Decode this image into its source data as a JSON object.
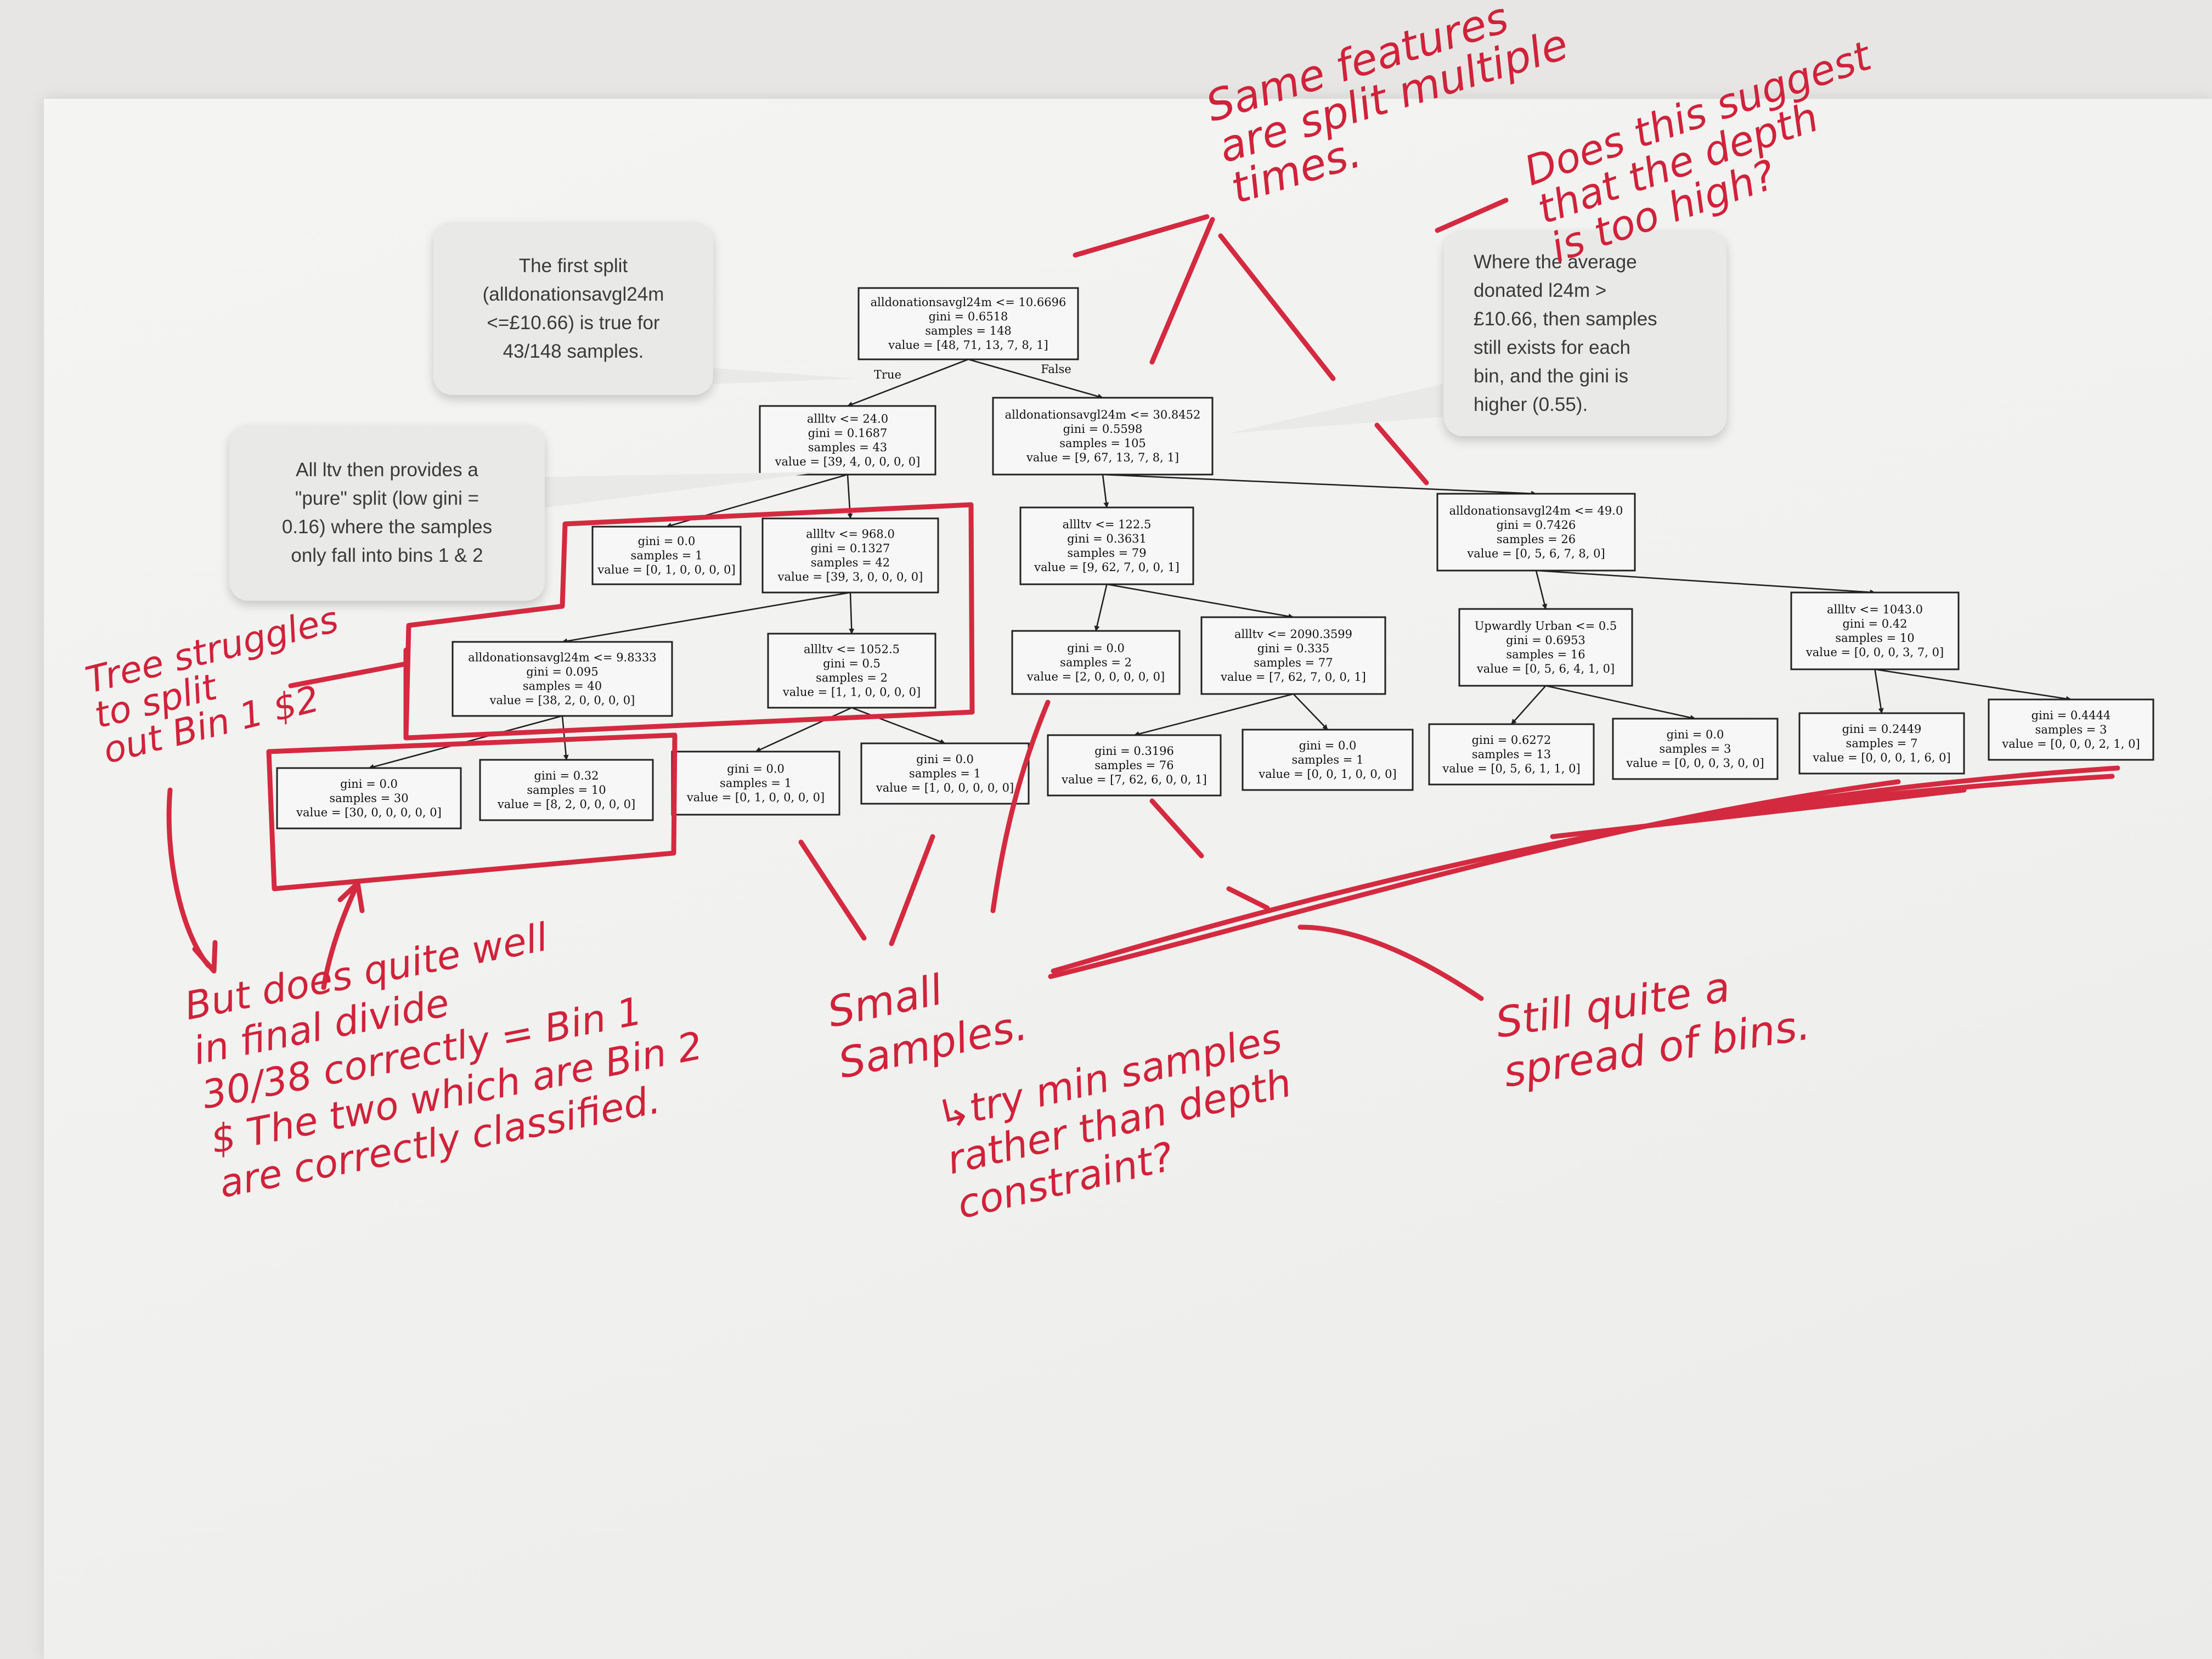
{
  "tree": {
    "true_label": "True",
    "false_label": "False",
    "nodes": [
      {
        "id": "n0",
        "lines": [
          "alldonationsavgl24m <= 10.6696",
          "gini = 0.6518",
          "samples = 148",
          "value = [48, 71, 13, 7, 8, 1]"
        ]
      },
      {
        "id": "n1",
        "lines": [
          "allltv <= 24.0",
          "gini = 0.1687",
          "samples = 43",
          "value = [39, 4, 0, 0, 0, 0]"
        ]
      },
      {
        "id": "n2",
        "lines": [
          "gini = 0.0",
          "samples = 1",
          "value = [0, 1, 0, 0, 0, 0]"
        ]
      },
      {
        "id": "n3",
        "lines": [
          "allltv <= 968.0",
          "gini = 0.1327",
          "samples = 42",
          "value = [39, 3, 0, 0, 0, 0]"
        ]
      },
      {
        "id": "n4",
        "lines": [
          "alldonationsavgl24m <= 9.8333",
          "gini = 0.095",
          "samples = 40",
          "value = [38, 2, 0, 0, 0, 0]"
        ]
      },
      {
        "id": "n5",
        "lines": [
          "gini = 0.0",
          "samples = 30",
          "value = [30, 0, 0, 0, 0, 0]"
        ]
      },
      {
        "id": "n6",
        "lines": [
          "gini = 0.32",
          "samples = 10",
          "value = [8, 2, 0, 0, 0, 0]"
        ]
      },
      {
        "id": "n7",
        "lines": [
          "allltv <= 1052.5",
          "gini = 0.5",
          "samples = 2",
          "value = [1, 1, 0, 0, 0, 0]"
        ]
      },
      {
        "id": "n8",
        "lines": [
          "gini = 0.0",
          "samples = 1",
          "value = [0, 1, 0, 0, 0, 0]"
        ]
      },
      {
        "id": "n9",
        "lines": [
          "gini = 0.0",
          "samples = 1",
          "value = [1, 0, 0, 0, 0, 0]"
        ]
      },
      {
        "id": "n10",
        "lines": [
          "alldonationsavgl24m <= 30.8452",
          "gini = 0.5598",
          "samples = 105",
          "value = [9, 67, 13, 7, 8, 1]"
        ]
      },
      {
        "id": "n11",
        "lines": [
          "allltv <= 122.5",
          "gini = 0.3631",
          "samples = 79",
          "value = [9, 62, 7, 0, 0, 1]"
        ]
      },
      {
        "id": "n12",
        "lines": [
          "gini = 0.0",
          "samples = 2",
          "value = [2, 0, 0, 0, 0, 0]"
        ]
      },
      {
        "id": "n13",
        "lines": [
          "allltv <= 2090.3599",
          "gini = 0.335",
          "samples = 77",
          "value = [7, 62, 7, 0, 0, 1]"
        ]
      },
      {
        "id": "n14",
        "lines": [
          "gini = 0.3196",
          "samples = 76",
          "value = [7, 62, 6, 0, 0, 1]"
        ]
      },
      {
        "id": "n15",
        "lines": [
          "gini = 0.0",
          "samples = 1",
          "value = [0, 0, 1, 0, 0, 0]"
        ]
      },
      {
        "id": "n16",
        "lines": [
          "alldonationsavgl24m <= 49.0",
          "gini = 0.7426",
          "samples = 26",
          "value = [0, 5, 6, 7, 8, 0]"
        ]
      },
      {
        "id": "n17",
        "lines": [
          "Upwardly Urban <= 0.5",
          "gini = 0.6953",
          "samples = 16",
          "value = [0, 5, 6, 4, 1, 0]"
        ]
      },
      {
        "id": "n18",
        "lines": [
          "gini = 0.6272",
          "samples = 13",
          "value = [0, 5, 6, 1, 1, 0]"
        ]
      },
      {
        "id": "n19",
        "lines": [
          "gini = 0.0",
          "samples = 3",
          "value = [0, 0, 0, 3, 0, 0]"
        ]
      },
      {
        "id": "n20",
        "lines": [
          "allltv <= 1043.0",
          "gini = 0.42",
          "samples = 10",
          "value = [0, 0, 0, 3, 7, 0]"
        ]
      },
      {
        "id": "n21",
        "lines": [
          "gini = 0.2449",
          "samples = 7",
          "value = [0, 0, 0, 1, 6, 0]"
        ]
      },
      {
        "id": "n22",
        "lines": [
          "gini = 0.4444",
          "samples = 3",
          "value = [0, 0, 0, 2, 1, 0]"
        ]
      }
    ],
    "edges": [
      [
        "n0",
        "n1"
      ],
      [
        "n0",
        "n10"
      ],
      [
        "n1",
        "n2"
      ],
      [
        "n1",
        "n3"
      ],
      [
        "n3",
        "n4"
      ],
      [
        "n3",
        "n7"
      ],
      [
        "n4",
        "n5"
      ],
      [
        "n4",
        "n6"
      ],
      [
        "n7",
        "n8"
      ],
      [
        "n7",
        "n9"
      ],
      [
        "n10",
        "n11"
      ],
      [
        "n10",
        "n16"
      ],
      [
        "n11",
        "n12"
      ],
      [
        "n11",
        "n13"
      ],
      [
        "n13",
        "n14"
      ],
      [
        "n13",
        "n15"
      ],
      [
        "n16",
        "n17"
      ],
      [
        "n16",
        "n20"
      ],
      [
        "n17",
        "n18"
      ],
      [
        "n17",
        "n19"
      ],
      [
        "n20",
        "n21"
      ],
      [
        "n20",
        "n22"
      ]
    ]
  },
  "callouts": {
    "first_split": "The first split\n(alldonationsavgl24m\n<=£10.66) is true for\n43/148 samples.",
    "allltv_pure": "All ltv then provides a\n\"pure\" split (low gini =\n0.16) where the samples\nonly fall into bins 1 & 2",
    "average_donated": "Where the average\ndonated l24m >\n£10.66, then samples\nstill exists for each\nbin, and the gini is\nhigher (0.55)."
  },
  "handwriting": {
    "same_features": "Same features\nare split multiple\ntimes.",
    "depth_question": "Does this suggest\nthat the depth\nis too high?",
    "tree_struggles": "Tree struggles\nto split\nout Bin 1 $2",
    "does_well": "But does quite well\nin final divide\n30/38 correctly = Bin 1\n$ The two which are Bin 2\nare correctly classified.",
    "small_samples": "Small\nSamples.",
    "try_min_samples": "↳try min samples\nrather than depth\nconstraint?",
    "still_spread": "Still quite a\nspread of bins."
  },
  "colors": {
    "ink": "#d42a40",
    "node_fill": "#f7f7f7",
    "callout_fill": "#e9e9e8",
    "paper": "#f2f2f0"
  }
}
